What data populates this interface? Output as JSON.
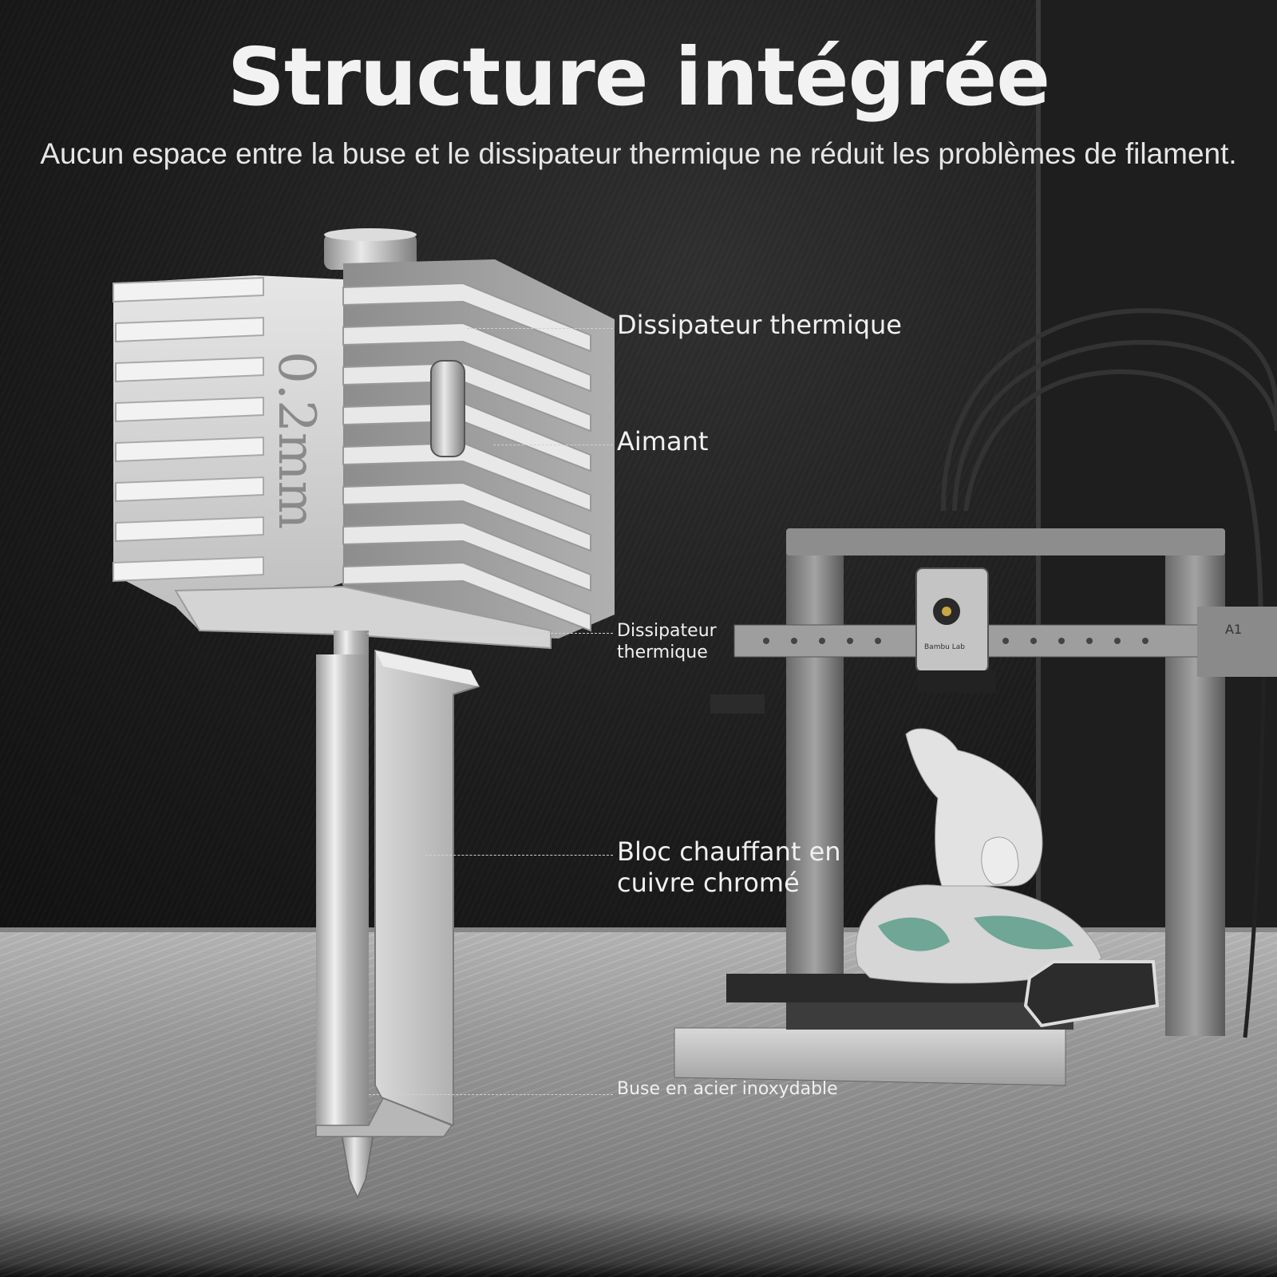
{
  "title": "Structure intégrée",
  "subtitle": "Aucun espace entre la buse et le dissipateur thermique ne réduit les problèmes de filament.",
  "hotend": {
    "engraving": "0.2mm"
  },
  "callouts": [
    {
      "label": "Dissipateur thermique"
    },
    {
      "label": "Aimant"
    },
    {
      "label": "Dissipateur thermique"
    },
    {
      "label": "Bloc chauffant en cuivre chromé"
    },
    {
      "label": "Buse en acier inoxydable"
    }
  ],
  "printer": {
    "brand_text": "Bambu Lab",
    "model_text": "A1"
  },
  "colors": {
    "background": "#1c1c1c",
    "text": "#f0f0f0",
    "metal": "#c8c8c8",
    "countertop": "#9d9d9d"
  }
}
